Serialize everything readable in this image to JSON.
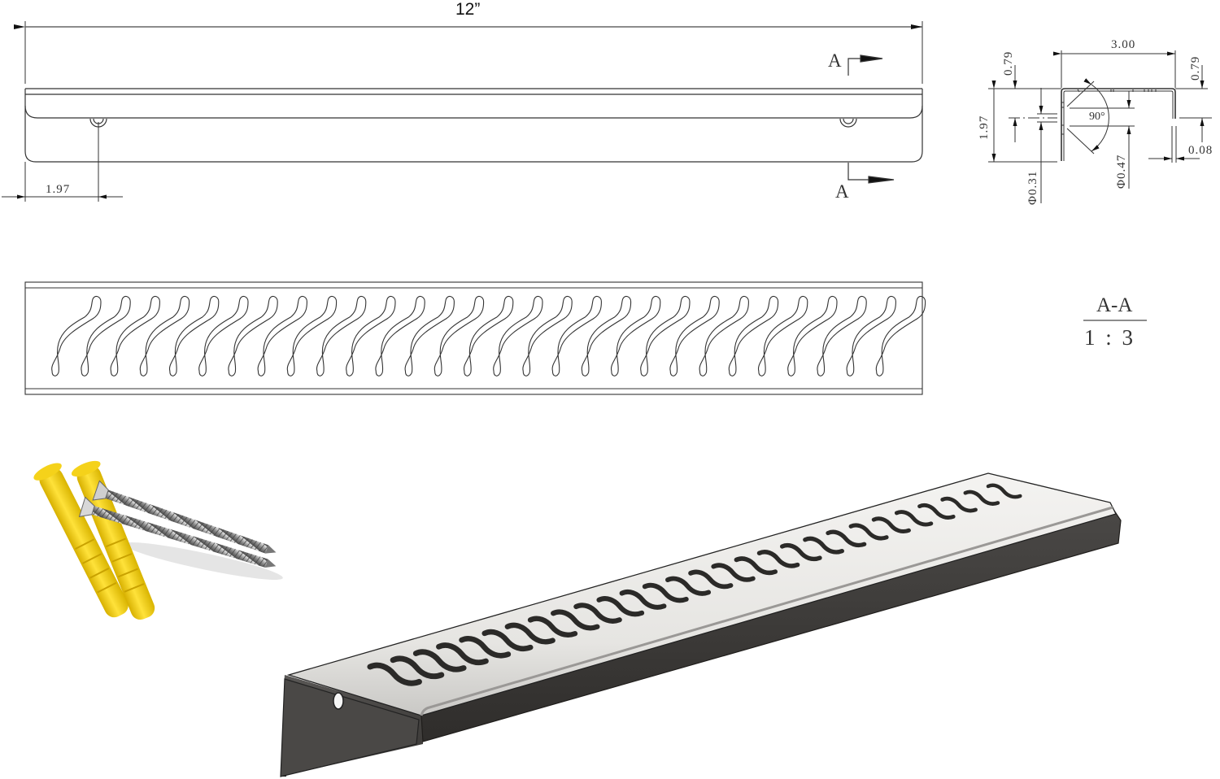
{
  "front_view": {
    "overall_length_label": "12”",
    "hole_offset_label": "1.97",
    "section_marker_top": "A",
    "section_marker_bottom": "A"
  },
  "section_view": {
    "width_label": "3.00",
    "left_flange_label": "0.79",
    "right_flange_label": "0.79",
    "height_label": "1.97",
    "hole_dia_small_label": "Φ0.31",
    "hole_dia_large_label": "Φ0.47",
    "angle_label": "90°",
    "thickness_label": "0.08"
  },
  "section_title": {
    "name": "A-A",
    "scale": "1 : 3"
  },
  "top_view": {
    "slot_count": 29,
    "slot_shape": "wave"
  },
  "render_3d": {
    "top_surface_color": "#ecebe8",
    "side_surface_color": "#3a3836",
    "slot_color": "#2b2a28"
  },
  "hardware": {
    "anchors_color": "#f2cf1c",
    "screws_color": "#9a9a9a",
    "anchor_count": 2,
    "screw_count": 2
  }
}
